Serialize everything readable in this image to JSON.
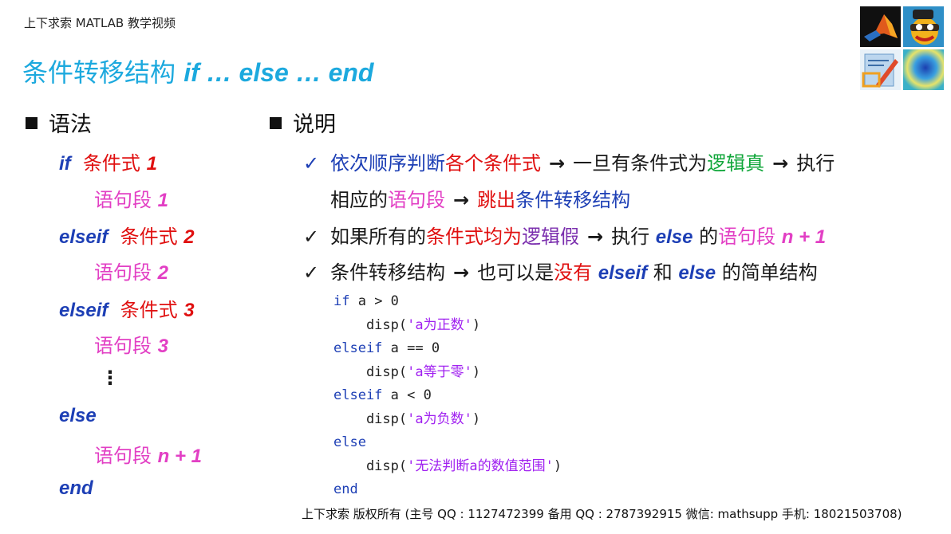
{
  "header": "上下求索 MATLAB 教学视频",
  "title": {
    "cn": "条件转移结构",
    "kw": "if … else … end"
  },
  "syntax": {
    "heading": "语法",
    "lines": {
      "if_kw": "if",
      "cond1": "条件式",
      "n1": "1",
      "block1": "语句段",
      "b1": "1",
      "elseif1_kw": "elseif",
      "cond2": "条件式",
      "n2": "2",
      "block2": "语句段",
      "b2": "2",
      "elseif2_kw": "elseif",
      "cond3": "条件式",
      "n3": "3",
      "block3": "语句段",
      "b3": "3",
      "ellipsis": "⋮",
      "else_kw": "else",
      "blockn": "语句段",
      "bn": "n + 1",
      "end_kw": "end"
    }
  },
  "explanation": {
    "heading": "说明",
    "b1": {
      "check": "✓",
      "t1": "依次顺序判断",
      "t2": "各个条件式",
      "a1": "→",
      "t3": "一旦有条件式为",
      "t4": "逻辑真",
      "a2": "→",
      "t5": "执行",
      "t6": "相应的",
      "t7": "语句段",
      "a3": "→",
      "t8": "跳出",
      "t9": "条件转移结构"
    },
    "b2": {
      "check": "✓",
      "t1": "如果所有的",
      "t2": "条件式均为",
      "t3": "逻辑假",
      "a1": "→",
      "t4": "执行",
      "t5": "else",
      "t6": "的",
      "t7": "语句段",
      "t8": "n + 1"
    },
    "b3": {
      "check": "✓",
      "t1": "条件转移结构",
      "a1": "→",
      "t2": "也可以是",
      "t3": "没有",
      "t4": "elseif",
      "t5": "和",
      "t6": "else",
      "t7": "的简单结构"
    }
  },
  "code": [
    {
      "kw": "if",
      "rest": " a > 0",
      "str": ""
    },
    {
      "kw": "",
      "rest": "    disp(",
      "str": "'a为正数'",
      "tail": ")"
    },
    {
      "kw": "elseif",
      "rest": " a == 0",
      "str": ""
    },
    {
      "kw": "",
      "rest": "    disp(",
      "str": "'a等于零'",
      "tail": ")"
    },
    {
      "kw": "elseif",
      "rest": " a < 0",
      "str": ""
    },
    {
      "kw": "",
      "rest": "    disp(",
      "str": "'a为负数'",
      "tail": ")"
    },
    {
      "kw": "else",
      "rest": "",
      "str": ""
    },
    {
      "kw": "",
      "rest": "    disp(",
      "str": "'无法判断a的数值范围'",
      "tail": ")"
    },
    {
      "kw": "end",
      "rest": "",
      "str": ""
    }
  ],
  "footer": {
    "a": "上下求索  版权所有  (主号 QQ : 1127472399   备用 QQ : 2787392915   微信: mathsupp   手机: 18021503708)"
  },
  "logos": [
    "matlab-logo",
    "game-logo",
    "ruler-chart-logo",
    "heatmap-logo"
  ]
}
